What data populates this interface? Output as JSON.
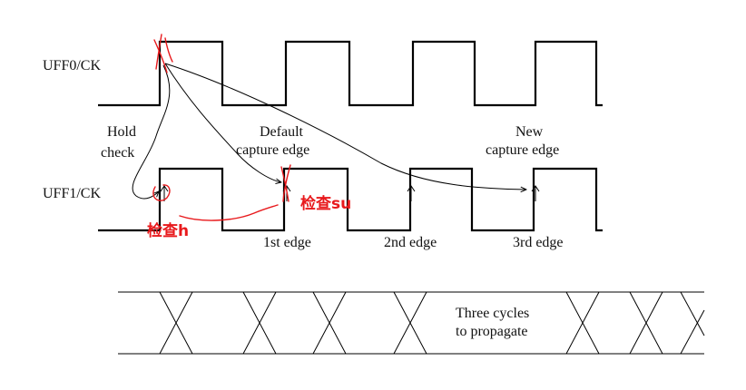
{
  "signals": {
    "uff0": "UFF0/CK",
    "uff1": "UFF1/CK"
  },
  "labels": {
    "hold_check_line1": "Hold",
    "hold_check_line2": "check",
    "default_capture_line1": "Default",
    "default_capture_line2": "capture edge",
    "new_capture_line1": "New",
    "new_capture_line2": "capture edge",
    "edge1": "1st edge",
    "edge2": "2nd edge",
    "edge3": "3rd edge",
    "propagate_line1": "Three cycles",
    "propagate_line2": "to propagate"
  },
  "annotations": {
    "check_hold": "检查h",
    "check_setup": "检查su",
    "color": "#e8191c"
  }
}
